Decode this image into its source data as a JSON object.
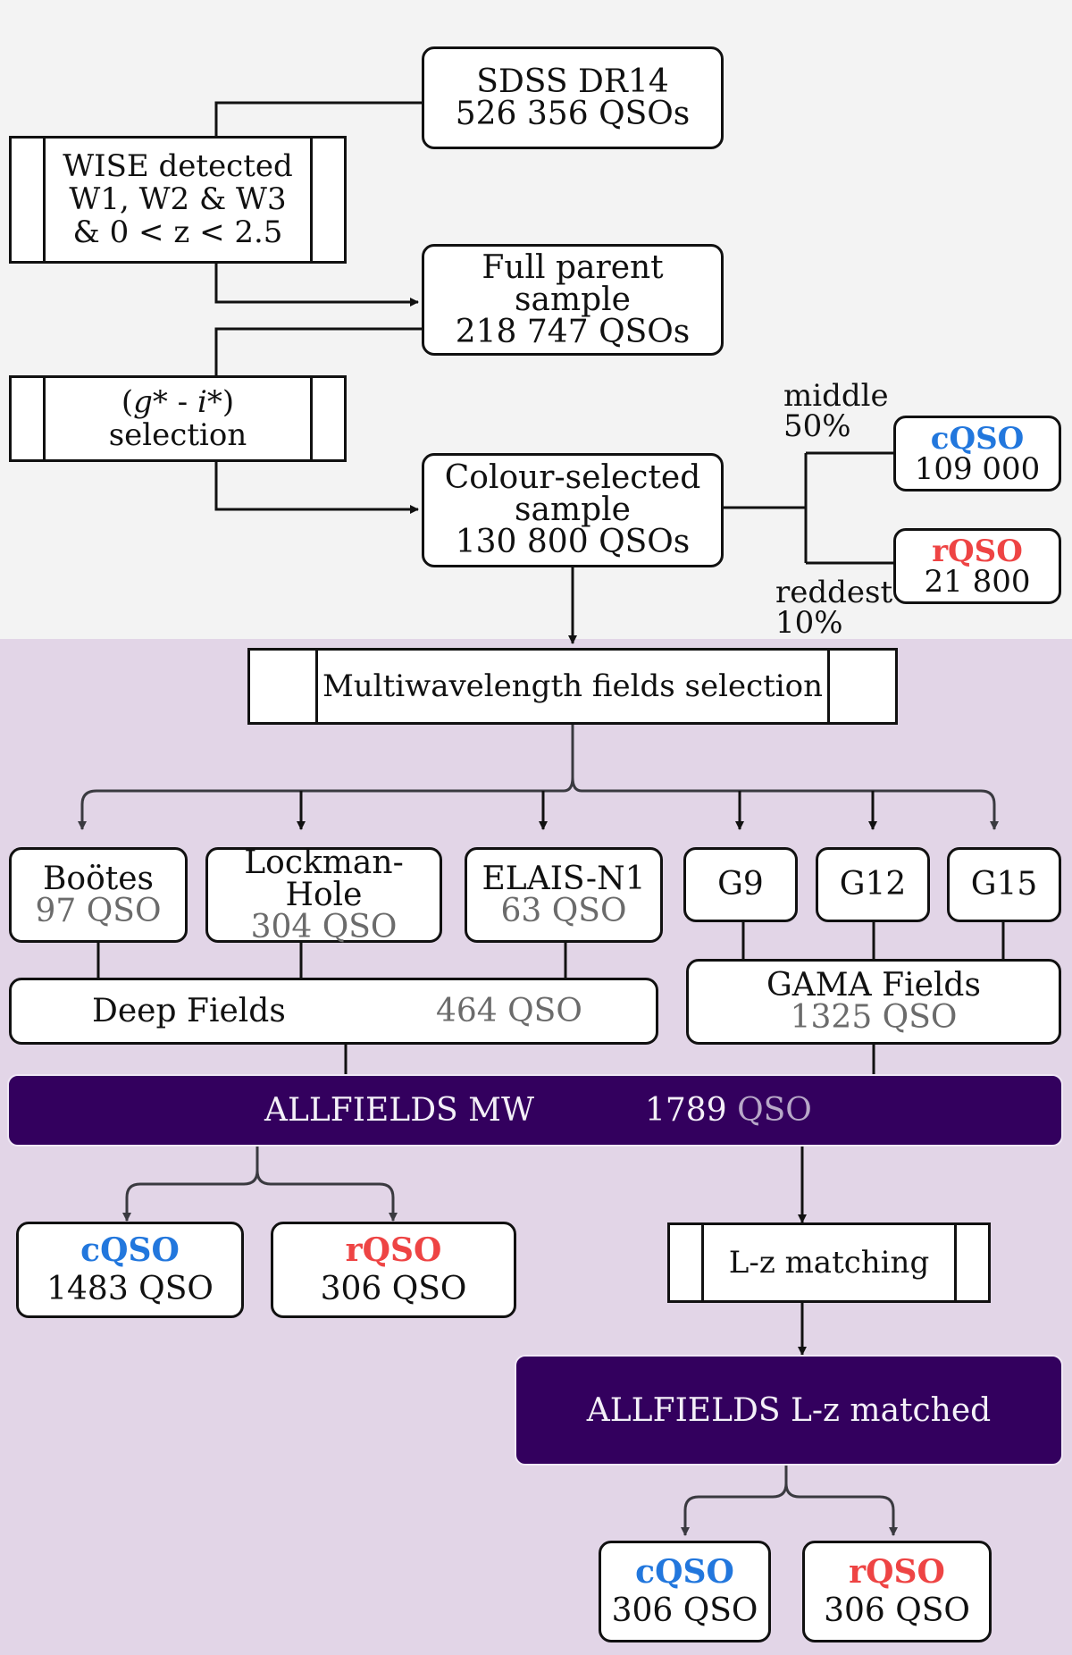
{
  "colors": {
    "top_bg": "#f3f3f3",
    "bottom_bg": "#e2d5e7",
    "dark_box": "#33005e",
    "cqso": "#2277dd",
    "rqso": "#ee4444"
  },
  "sdss": {
    "line1": "SDSS DR14",
    "line2": "526 356 QSOs"
  },
  "wise": {
    "line1": "WISE detected",
    "line2": "W1, W2 & W3",
    "line3": "& 0 < z < 2.5"
  },
  "full_parent": {
    "line1": "Full parent sample",
    "line2": "218 747 QSOs"
  },
  "gi_selection": {
    "line1_pre": "(",
    "line1_g": "g*",
    "line1_mid": " - ",
    "line1_i": "i*",
    "line1_post": ")",
    "line2": "selection"
  },
  "colour_selected": {
    "line1": "Colour-selected",
    "line2": "sample",
    "line3": "130 800 QSOs"
  },
  "split": {
    "middle_1": "middle",
    "middle_2": "50%",
    "reddest_1": "reddest",
    "reddest_2": "10%"
  },
  "cqso_parent": {
    "label": "cQSO",
    "count": "109 000"
  },
  "rqso_parent": {
    "label": "rQSO",
    "count": "21 800"
  },
  "mw_selection": "Multiwavelength fields selection",
  "fields": {
    "bootes": {
      "name": "Boötes",
      "count": "97 QSO"
    },
    "lockman": {
      "name": "Lockman-Hole",
      "count": "304 QSO"
    },
    "elais": {
      "name": "ELAIS-N1",
      "count": "63 QSO"
    },
    "g9": "G9",
    "g12": "G12",
    "g15": "G15"
  },
  "deep_fields": {
    "label": "Deep Fields",
    "count": "464 QSO"
  },
  "gama_fields": {
    "label": "GAMA Fields",
    "count": "1325 QSO"
  },
  "allfields_mw": {
    "label": "ALLFIELDS MW",
    "num": "1789",
    "unit": "QSO"
  },
  "mw_cqso": {
    "label": "cQSO",
    "count": "1483 QSO"
  },
  "mw_rqso": {
    "label": "rQSO",
    "count": "306 QSO"
  },
  "lz_matching": "L-z matching",
  "allfields_lz": {
    "label": "ALLFIELDS L-z matched"
  },
  "lz_cqso": {
    "label": "cQSO",
    "count": "306 QSO"
  },
  "lz_rqso": {
    "label": "rQSO",
    "count": "306 QSO"
  }
}
